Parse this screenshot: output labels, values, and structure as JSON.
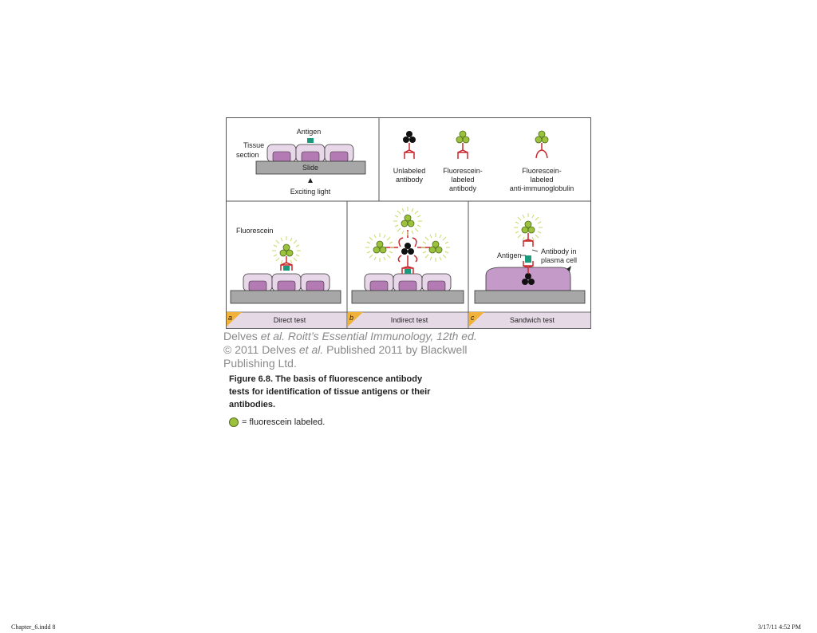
{
  "figure": {
    "top_left": {
      "antigen_label": "Antigen",
      "tissue_label_1": "Tissue",
      "tissue_label_2": "section",
      "slide_label": "Slide",
      "exciting_light_label": "Exciting light"
    },
    "top_right": {
      "unlabeled_1": "Unlabeled",
      "unlabeled_2": "antibody",
      "fluor_1": "Fluorescein-",
      "fluor_2": "labeled",
      "fluor_3": "antibody",
      "anti_1": "Fluorescein-",
      "anti_2": "labeled",
      "anti_3": "anti-immunoglobulin"
    },
    "panel_a": {
      "fluorescein_label": "Fluorescein",
      "letter": "a",
      "title": "Direct test"
    },
    "panel_b": {
      "letter": "b",
      "title": "Indirect test"
    },
    "panel_c": {
      "letter": "c",
      "title": "Sandwich test",
      "antigen_label": "Antigen",
      "antibody_label_1": "Antibody in",
      "antibody_label_2": "plasma cell"
    }
  },
  "colors": {
    "green": "#9bc23c",
    "black": "#111111",
    "red": "#c8282d",
    "teal": "#1a9a7a",
    "cell": "#e8d7e8",
    "nucleus": "#b47ab4",
    "slide": "#a7a7a7",
    "footer_bar": "#e6d9e6",
    "letter_tab": "#f0b23a"
  },
  "credit": {
    "line1_a": "Delves ",
    "line1_b": "et al. Roitt’s Essential Immunology, 12th ed.",
    "line2_a": "© 2011 Delves ",
    "line2_b": "et al.",
    "line2_c": " Published 2011 by Blackwell",
    "line3": "Publishing Ltd."
  },
  "caption": "Figure 6.8.  The basis of fluorescence antibody tests for identification of tissue antigens or their antibodies.",
  "legend": "= fluorescein labeled.",
  "footer": {
    "left": "Chapter_6.indd  8",
    "right": "3/17/11  4:52 PM"
  }
}
